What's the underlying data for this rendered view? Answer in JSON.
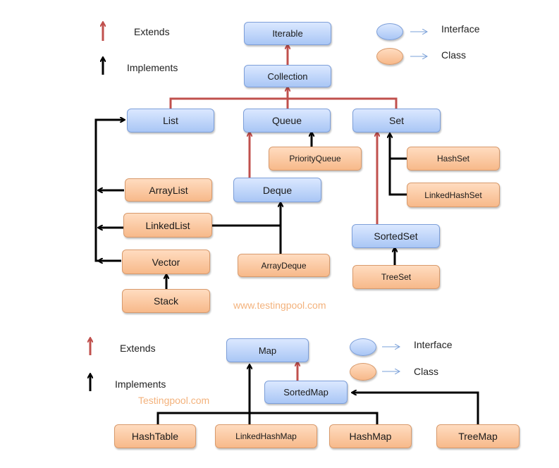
{
  "legend_top": {
    "extends": "Extends",
    "implements": "Implements",
    "interface": "Interface",
    "class": "Class"
  },
  "legend_bottom": {
    "extends": "Extends",
    "implements": "Implements",
    "interface": "Interface",
    "class": "Class"
  },
  "watermarks": {
    "top": "www.testingpool.com",
    "bottom": "Testingpool.com"
  },
  "collection_nodes": {
    "iterable": "Iterable",
    "collection": "Collection",
    "list": "List",
    "queue": "Queue",
    "set": "Set",
    "priority_queue": "PriorityQueue",
    "hash_set": "HashSet",
    "array_list": "ArrayList",
    "deque": "Deque",
    "linked_hash_set": "LinkedHashSet",
    "linked_list": "LinkedList",
    "sorted_set": "SortedSet",
    "vector": "Vector",
    "array_deque": "ArrayDeque",
    "tree_set": "TreeSet",
    "stack": "Stack"
  },
  "map_nodes": {
    "map": "Map",
    "sorted_map": "SortedMap",
    "hash_table": "HashTable",
    "linked_hash_map": "LinkedHashMap",
    "hash_map": "HashMap",
    "tree_map": "TreeMap"
  },
  "colors": {
    "extends_arrow": "#c0504d",
    "implements_arrow": "#000000",
    "interface_fill": "#a9c6f5",
    "class_fill": "#f7b98a",
    "watermark": "#f3b27c"
  }
}
